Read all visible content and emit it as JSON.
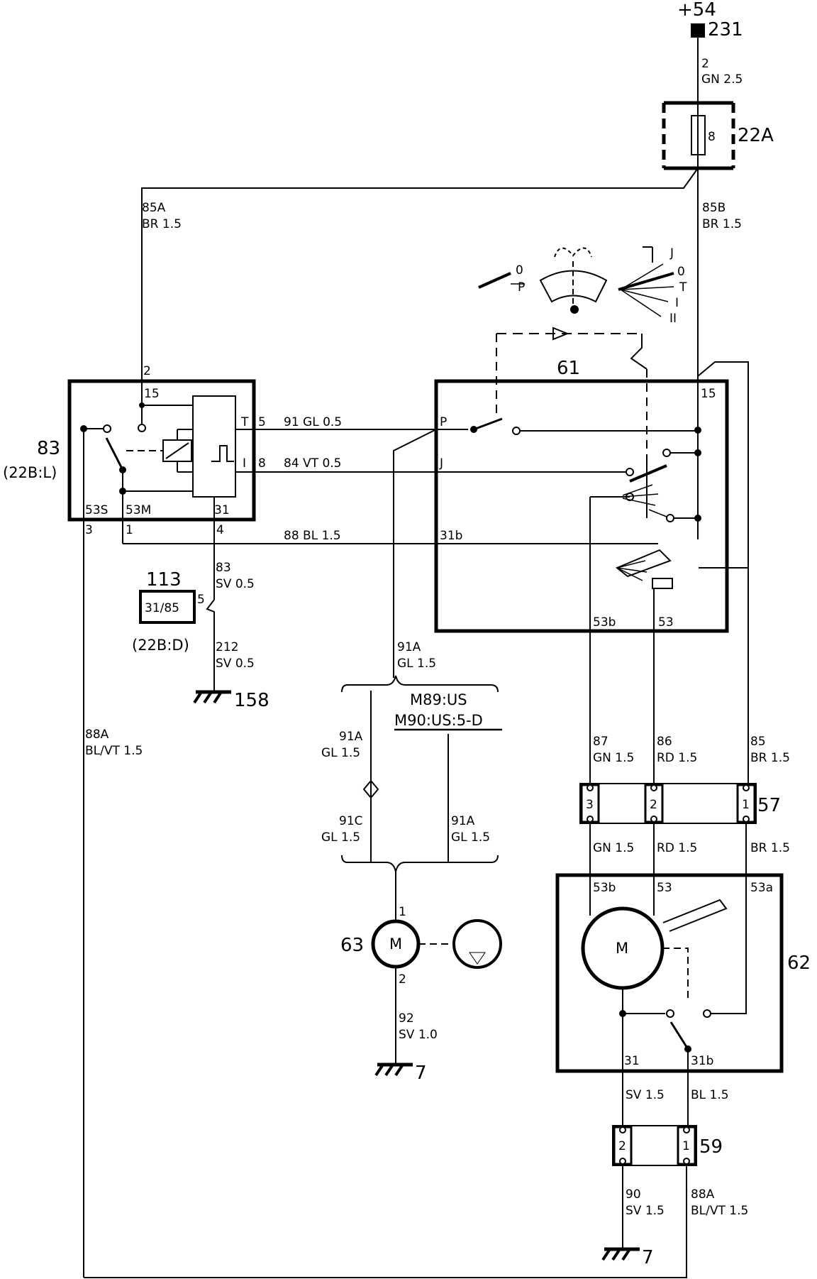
{
  "supply": {
    "label": "+54",
    "terminal": "231"
  },
  "fuse": {
    "id": "22A",
    "number": "8"
  },
  "wires": {
    "w2_num": "2",
    "w2_spec": "GN 2.5",
    "w85a_num": "85A",
    "w85a_spec": "BR 1.5",
    "w85b_num": "85B",
    "w85b_spec": "BR 1.5",
    "w91_spec": "91  GL  0.5",
    "w84_spec": "84  VT  0.5",
    "w88_spec": "88  BL  1.5",
    "w83_num": "83",
    "w83_spec": "SV  0.5",
    "w212_num": "212",
    "w212_spec": "SV  0.5",
    "w88a_left_num": "88A",
    "w88a_left_spec": "BL/VT  1.5",
    "w91a_top_num": "91A",
    "w91a_top_spec": "GL  1.5",
    "w91a_l_num": "91A",
    "w91a_l_spec": "GL  1.5",
    "w91c_num": "91C",
    "w91c_spec": "GL  1.5",
    "w91a_r_num": "91A",
    "w91a_r_spec": "GL  1.5",
    "w92_num": "92",
    "w92_spec": "SV  1.0",
    "w87_num": "87",
    "w87_spec": "GN  1.5",
    "w86_num": "86",
    "w86_spec": "RD  1.5",
    "w85_num": "85",
    "w85_spec": "BR  1.5",
    "gn_lower": "GN  1.5",
    "rd_lower": "RD  1.5",
    "br_lower": "BR  1.5",
    "w31_spec": "SV  1.5",
    "w31b_spec": "BL  1.5",
    "w90_num": "90",
    "w90_spec": "SV  1.5",
    "w88a_bot_num": "88A",
    "w88a_bot_spec": "BL/VT  1.5"
  },
  "relay": {
    "id": "83",
    "ref": "(22B:L)",
    "pins": {
      "p2": "2",
      "p15": "15",
      "T": "T",
      "p5": "5",
      "I": "I",
      "p8": "8",
      "s53S": "53S",
      "s53M": "53M",
      "p31": "31",
      "p3": "3",
      "p1": "1",
      "p4": "4"
    }
  },
  "switch": {
    "id": "61",
    "pins": {
      "p15": "15",
      "P": "P",
      "J": "J",
      "b31b": "31b",
      "b53b": "53b",
      "b53": "53"
    },
    "positions": {
      "zero_a": "0",
      "p": "P",
      "j": "J",
      "zero_b": "0",
      "t": "T",
      "i": "I",
      "ii": "II"
    }
  },
  "ground_module": {
    "id": "113",
    "label": "31/85",
    "pin": "5",
    "ref": "(22B:D)"
  },
  "grounds": {
    "g158": "158",
    "g7a": "7",
    "g7b": "7"
  },
  "variant": {
    "line1": "M89:US",
    "line2": "M90:US:5-D"
  },
  "washer_motor": {
    "id": "63",
    "symbol": "M",
    "pin1": "1",
    "pin2": "2"
  },
  "connector57": {
    "id": "57",
    "pins": [
      "3",
      "2",
      "1"
    ]
  },
  "wiper_motor": {
    "id": "62",
    "symbol": "M",
    "t53b": "53b",
    "t53": "53",
    "t53a": "53a",
    "t31": "31",
    "t31b": "31b"
  },
  "connector59": {
    "id": "59",
    "pins": [
      "2",
      "1"
    ]
  }
}
